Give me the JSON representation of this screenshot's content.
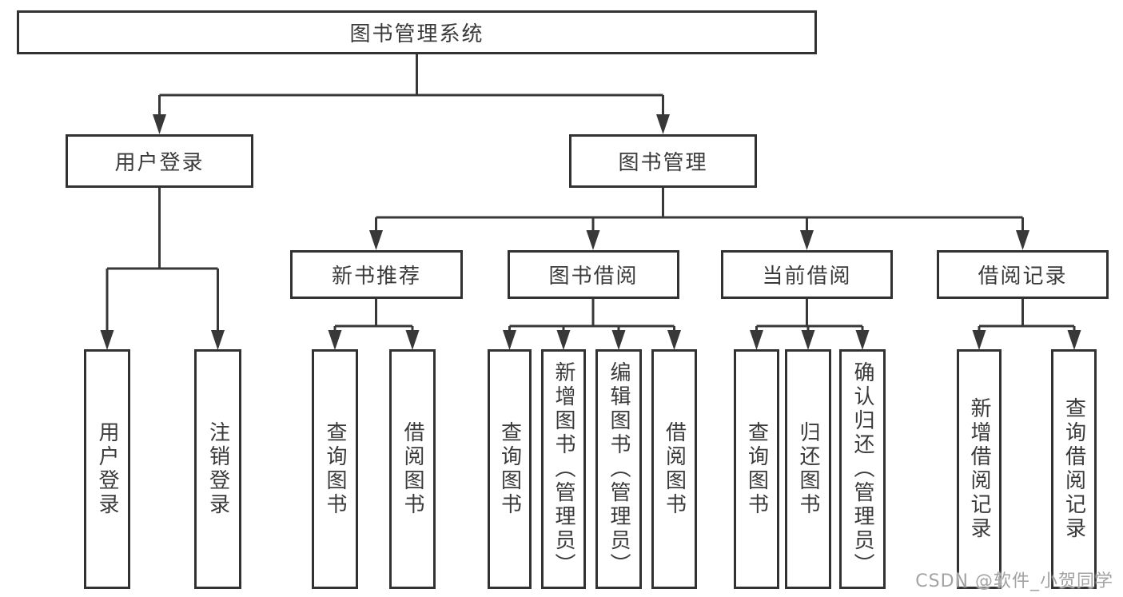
{
  "tree": {
    "label": "图书管理系统",
    "children": [
      {
        "label": "用户登录",
        "children": [
          {
            "label": "用户登录"
          },
          {
            "label": "注销登录"
          }
        ]
      },
      {
        "label": "图书管理",
        "children": [
          {
            "label": "新书推荐",
            "children": [
              {
                "label": "查询图书"
              },
              {
                "label": "借阅图书"
              }
            ]
          },
          {
            "label": "图书借阅",
            "children": [
              {
                "label": "查询图书"
              },
              {
                "label": "新增图书（管理员）"
              },
              {
                "label": "编辑图书（管理员）"
              },
              {
                "label": "借阅图书"
              }
            ]
          },
          {
            "label": "当前借阅",
            "children": [
              {
                "label": "查询图书"
              },
              {
                "label": "归还图书"
              },
              {
                "label": "确认归还（管理员）"
              }
            ]
          },
          {
            "label": "借阅记录",
            "children": [
              {
                "label": "新增借阅记录"
              },
              {
                "label": "查询借阅记录"
              }
            ]
          }
        ]
      }
    ]
  },
  "watermark": {
    "text": "CSDN @软件_小贺同学"
  },
  "colors": {
    "line": "#383838",
    "box_border": "#323232",
    "text": "#3a3a3a",
    "watermark": "#a3a3a3",
    "background": "#ffffff"
  }
}
